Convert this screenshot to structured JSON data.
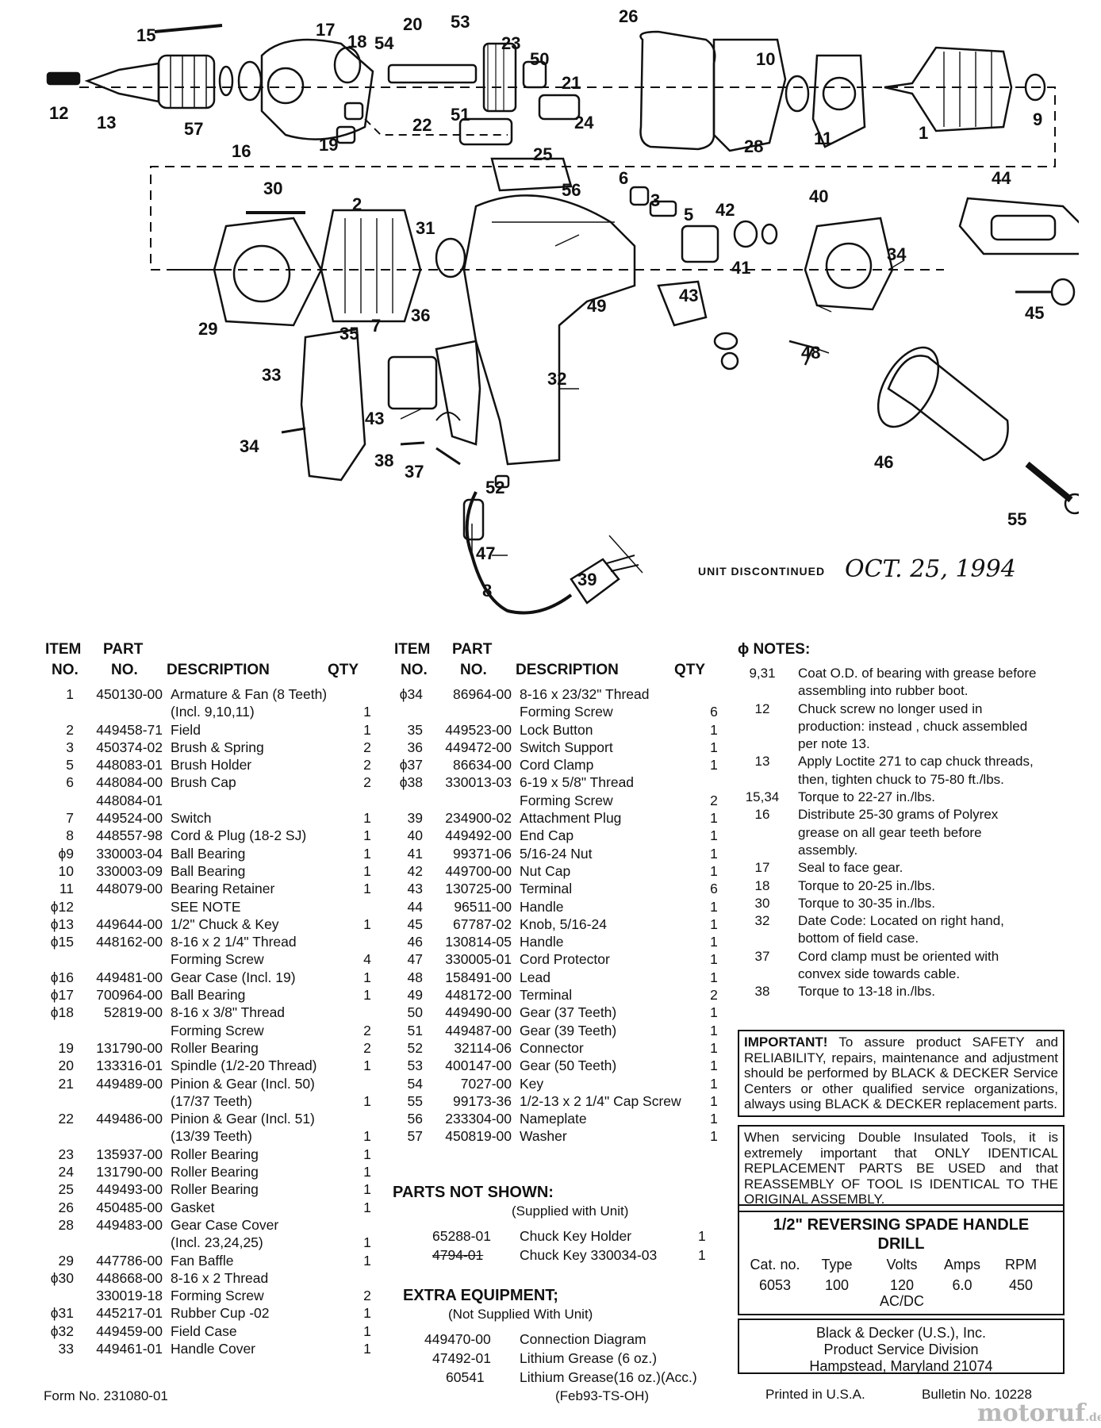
{
  "diagram": {
    "callouts": [
      "15",
      "17",
      "18",
      "54",
      "20",
      "53",
      "23",
      "50",
      "21",
      "26",
      "10",
      "9",
      "1",
      "12",
      "13",
      "57",
      "16",
      "19",
      "22",
      "51",
      "24",
      "25",
      "28",
      "11",
      "56",
      "6",
      "3",
      "5",
      "42",
      "40",
      "44",
      "30",
      "2",
      "31",
      "41",
      "34",
      "45",
      "29",
      "43",
      "7",
      "36",
      "49",
      "35",
      "48",
      "33",
      "32",
      "46",
      "34",
      "43",
      "38",
      "37",
      "52",
      "55",
      "47",
      "39",
      "8"
    ],
    "discontinued_label": "UNIT DISCONTINUED",
    "discontinued_date": "OCT. 25, 1994"
  },
  "table_headers": {
    "item_top": "ITEM",
    "part_top": "PART",
    "item": "NO.",
    "part": "NO.",
    "description": "DESCRIPTION",
    "qty": "QTY"
  },
  "parts_left": [
    {
      "item": "1",
      "part": "450130-00",
      "desc": "Armature & Fan (8 Teeth)",
      "qty": ""
    },
    {
      "item": "",
      "part": "",
      "desc": "(Incl. 9,10,11)",
      "qty": "1"
    },
    {
      "item": "2",
      "part": "449458-71",
      "desc": "Field",
      "qty": "1"
    },
    {
      "item": "3",
      "part": "450374-02",
      "desc": "Brush & Spring",
      "qty": "2"
    },
    {
      "item": "5",
      "part": "448083-01",
      "desc": "Brush Holder",
      "qty": "2"
    },
    {
      "item": "6",
      "part": "448084-00",
      "desc": "Brush Cap",
      "qty": "2"
    },
    {
      "item": "",
      "part": "448084-01",
      "desc": "",
      "qty": ""
    },
    {
      "item": "7",
      "part": "449524-00",
      "desc": "Switch",
      "qty": "1"
    },
    {
      "item": "8",
      "part": "448557-98",
      "desc": "Cord & Plug (18-2 SJ)",
      "qty": "1"
    },
    {
      "item": "ϕ9",
      "part": "330003-04",
      "desc": "Ball Bearing",
      "qty": "1"
    },
    {
      "item": "10",
      "part": "330003-09",
      "desc": "Ball Bearing",
      "qty": "1"
    },
    {
      "item": "11",
      "part": "448079-00",
      "desc": "Bearing Retainer",
      "qty": "1"
    },
    {
      "item": "ϕ12",
      "part": "",
      "desc": "SEE NOTE",
      "qty": ""
    },
    {
      "item": "ϕ13",
      "part": "449644-00",
      "desc": "1/2\" Chuck & Key",
      "qty": "1"
    },
    {
      "item": "ϕ15",
      "part": "448162-00",
      "desc": "8-16 x 2 1/4\" Thread",
      "qty": ""
    },
    {
      "item": "",
      "part": "",
      "desc": "Forming Screw",
      "qty": "4"
    },
    {
      "item": "ϕ16",
      "part": "449481-00",
      "desc": "Gear Case (Incl. 19)",
      "qty": "1"
    },
    {
      "item": "ϕ17",
      "part": "700964-00",
      "desc": "Ball Bearing",
      "qty": "1"
    },
    {
      "item": "ϕ18",
      "part": "52819-00",
      "desc": "8-16 x 3/8\" Thread",
      "qty": ""
    },
    {
      "item": "",
      "part": "",
      "desc": "Forming Screw",
      "qty": "2"
    },
    {
      "item": "19",
      "part": "131790-00",
      "desc": "Roller Bearing",
      "qty": "2"
    },
    {
      "item": "20",
      "part": "133316-01",
      "desc": "Spindle (1/2-20 Thread)",
      "qty": "1"
    },
    {
      "item": "21",
      "part": "449489-00",
      "desc": "Pinion & Gear (Incl. 50)",
      "qty": ""
    },
    {
      "item": "",
      "part": "",
      "desc": "(17/37 Teeth)",
      "qty": "1"
    },
    {
      "item": "22",
      "part": "449486-00",
      "desc": "Pinion & Gear (Incl. 51)",
      "qty": ""
    },
    {
      "item": "",
      "part": "",
      "desc": "(13/39 Teeth)",
      "qty": "1"
    },
    {
      "item": "23",
      "part": "135937-00",
      "desc": "Roller Bearing",
      "qty": "1"
    },
    {
      "item": "24",
      "part": "131790-00",
      "desc": "Roller Bearing",
      "qty": "1"
    },
    {
      "item": "25",
      "part": "449493-00",
      "desc": "Roller Bearing",
      "qty": "1"
    },
    {
      "item": "26",
      "part": "450485-00",
      "desc": "Gasket",
      "qty": "1"
    },
    {
      "item": "28",
      "part": "449483-00",
      "desc": "Gear Case Cover",
      "qty": ""
    },
    {
      "item": "",
      "part": "",
      "desc": "(Incl. 23,24,25)",
      "qty": "1"
    },
    {
      "item": "29",
      "part": "447786-00",
      "desc": "Fan Baffle",
      "qty": "1"
    },
    {
      "item": "ϕ30",
      "part": "448668-00",
      "desc": "8-16 x 2 Thread",
      "qty": ""
    },
    {
      "item": "",
      "part": "330019-18",
      "desc": "Forming Screw",
      "qty": "2"
    },
    {
      "item": "ϕ31",
      "part": "445217-01",
      "desc": "Rubber Cup -02",
      "qty": "1"
    },
    {
      "item": "ϕ32",
      "part": "449459-00",
      "desc": "Field Case",
      "qty": "1"
    },
    {
      "item": "33",
      "part": "449461-01",
      "desc": "Handle Cover",
      "qty": "1"
    }
  ],
  "parts_right": [
    {
      "item": "ϕ34",
      "part": "86964-00",
      "desc": "8-16 x 23/32\" Thread",
      "qty": ""
    },
    {
      "item": "",
      "part": "",
      "desc": "Forming Screw",
      "qty": "6"
    },
    {
      "item": "35",
      "part": "449523-00",
      "desc": "Lock Button",
      "qty": "1"
    },
    {
      "item": "36",
      "part": "449472-00",
      "desc": "Switch Support",
      "qty": "1"
    },
    {
      "item": "ϕ37",
      "part": "86634-00",
      "desc": "Cord Clamp",
      "qty": "1"
    },
    {
      "item": "ϕ38",
      "part": "330013-03",
      "desc": "6-19 x 5/8\" Thread",
      "qty": ""
    },
    {
      "item": "",
      "part": "",
      "desc": "Forming Screw",
      "qty": "2"
    },
    {
      "item": "39",
      "part": "234900-02",
      "desc": "Attachment Plug",
      "qty": "1"
    },
    {
      "item": "40",
      "part": "449492-00",
      "desc": "End Cap",
      "qty": "1"
    },
    {
      "item": "41",
      "part": "99371-06",
      "desc": "5/16-24 Nut",
      "qty": "1"
    },
    {
      "item": "42",
      "part": "449700-00",
      "desc": "Nut Cap",
      "qty": "1"
    },
    {
      "item": "43",
      "part": "130725-00",
      "desc": "Terminal",
      "qty": "6"
    },
    {
      "item": "44",
      "part": "96511-00",
      "desc": "Handle",
      "qty": "1"
    },
    {
      "item": "45",
      "part": "67787-02",
      "desc": "Knob, 5/16-24",
      "qty": "1"
    },
    {
      "item": "46",
      "part": "130814-05",
      "desc": "Handle",
      "qty": "1"
    },
    {
      "item": "47",
      "part": "330005-01",
      "desc": "Cord Protector",
      "qty": "1"
    },
    {
      "item": "48",
      "part": "158491-00",
      "desc": "Lead",
      "qty": "1"
    },
    {
      "item": "49",
      "part": "448172-00",
      "desc": "Terminal",
      "qty": "2"
    },
    {
      "item": "50",
      "part": "449490-00",
      "desc": "Gear (37 Teeth)",
      "qty": "1"
    },
    {
      "item": "51",
      "part": "449487-00",
      "desc": "Gear (39 Teeth)",
      "qty": "1"
    },
    {
      "item": "52",
      "part": "32114-06",
      "desc": "Connector",
      "qty": "1"
    },
    {
      "item": "53",
      "part": "400147-00",
      "desc": "Gear (50 Teeth)",
      "qty": "1"
    },
    {
      "item": "54",
      "part": "7027-00",
      "desc": "Key",
      "qty": "1"
    },
    {
      "item": "55",
      "part": "99173-36",
      "desc": "1/2-13 x 2 1/4\" Cap Screw",
      "qty": "1"
    },
    {
      "item": "56",
      "part": "233304-00",
      "desc": "Nameplate",
      "qty": "1"
    },
    {
      "item": "57",
      "part": "450819-00",
      "desc": "Washer",
      "qty": "1"
    }
  ],
  "parts_not_shown": {
    "title": "PARTS NOT SHOWN:",
    "subtitle": "(Supplied with Unit)",
    "rows": [
      {
        "part": "65288-01",
        "desc": "Chuck Key Holder",
        "qty": "1"
      },
      {
        "part": "4794-01",
        "desc": "Chuck Key 330034-03",
        "qty": "1"
      }
    ]
  },
  "extra_equipment": {
    "title": "EXTRA EQUIPMENT;",
    "subtitle": "(Not Supplied With Unit)",
    "rows": [
      {
        "part": "449470-00",
        "desc": "Connection Diagram"
      },
      {
        "part": "47492-01",
        "desc": "Lithium Grease (6 oz.)"
      },
      {
        "part": "60541",
        "desc": "Lithium Grease(16 oz.)(Acc.)"
      }
    ]
  },
  "notes": {
    "title": "ϕ NOTES:",
    "items": [
      {
        "key": "9,31",
        "lines": [
          "Coat O.D. of bearing with grease before",
          "assembling into rubber boot."
        ]
      },
      {
        "key": "12",
        "lines": [
          "Chuck screw no longer used in",
          "production:  instead , chuck assembled",
          "per note 13."
        ]
      },
      {
        "key": "13",
        "lines": [
          "Apply Loctite 271 to cap chuck threads,",
          "then, tighten chuck to 75-80 ft./lbs."
        ]
      },
      {
        "key": "15,34",
        "lines": [
          "Torque to 22-27 in./lbs."
        ]
      },
      {
        "key": "16",
        "lines": [
          "Distribute 25-30 grams of Polyrex",
          "grease on all gear teeth before",
          "assembly."
        ]
      },
      {
        "key": "17",
        "lines": [
          "Seal to face gear."
        ]
      },
      {
        "key": "18",
        "lines": [
          "Torque to 20-25 in./lbs."
        ]
      },
      {
        "key": "30",
        "lines": [
          "Torque to 30-35 in./lbs."
        ]
      },
      {
        "key": "32",
        "lines": [
          "Date Code: Located on right hand,",
          "bottom of field case."
        ]
      },
      {
        "key": "37",
        "lines": [
          "Cord clamp must be oriented with",
          "convex side towards cable."
        ]
      },
      {
        "key": "38",
        "lines": [
          "Torque to 13-18 in./lbs."
        ]
      }
    ]
  },
  "important_box": {
    "lead": "IMPORTANT!",
    "text": " To assure product  SAFETY and RELIABILITY, repairs, maintenance and adjustment should be performed by BLACK & DECKER Service Centers or other qualified service organizations, always using BLACK & DECKER replacement parts."
  },
  "double_insulated_box": {
    "text": "When servicing Double Insulated Tools, it is extremely important that ONLY IDENTICAL REPLACEMENT PARTS BE USED and that REASSEMBLY OF TOOL IS IDENTICAL TO THE ORIGINAL ASSEMBLY."
  },
  "product": {
    "title_line1": "1/2\" REVERSING SPADE HANDLE",
    "title_line2": "DRILL",
    "headers": [
      "Cat. no.",
      "Type",
      "Volts",
      "Amps",
      "RPM"
    ],
    "values": [
      "6053",
      "100",
      "120",
      "6.0",
      "450"
    ],
    "volts_extra": "AC/DC"
  },
  "address": {
    "line1": "Black & Decker (U.S.), Inc.",
    "line2": "Product Service Division",
    "line3": "Hampstead, Maryland 21074"
  },
  "footer": {
    "form_no": "Form No.  231080-01",
    "date_code": "(Feb93-TS-OH)",
    "printed": "Printed in U.S.A.",
    "bulletin": "Bulletin No. 10228",
    "watermark": "motoruf",
    "watermark_suffix": ".de"
  }
}
